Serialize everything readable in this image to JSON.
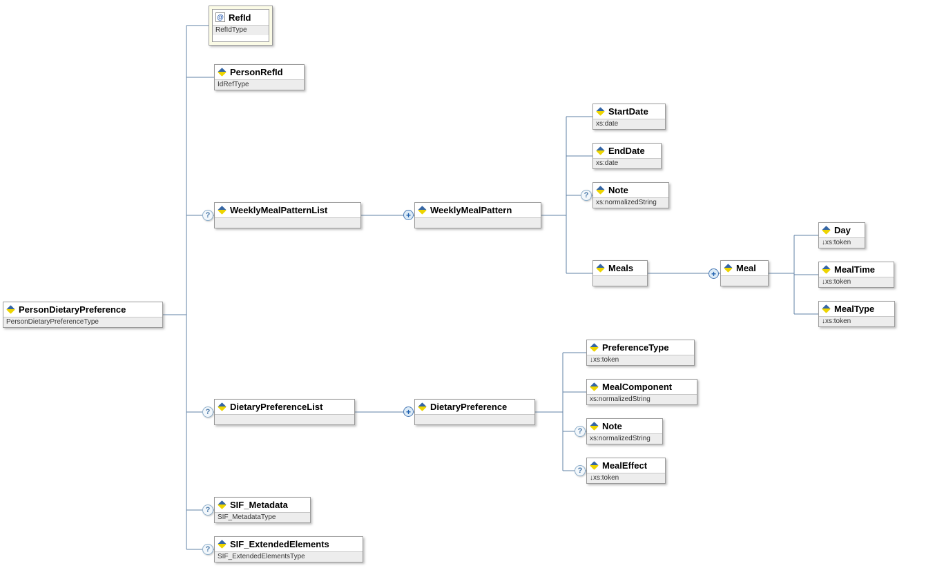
{
  "markers": {
    "optional": "?",
    "expand": "+",
    "attribute": "@"
  },
  "colors": {
    "connector": "#5f81a5",
    "box_border": "#9a9a9a",
    "attribute_box_background": "#fbfbe6",
    "element_icon_blue": "#3465a4",
    "element_icon_yellow": "#edd400",
    "subtitle_strip": "#ededed"
  },
  "nodes": {
    "root": {
      "label": "PersonDietaryPreference",
      "subtitle": "PersonDietaryPreferenceType"
    },
    "refid": {
      "label": "RefId",
      "subtitle": "RefIdType"
    },
    "personrefid": {
      "label": "PersonRefId",
      "subtitle": "IdRefType"
    },
    "weeklymealpatternlist": {
      "label": "WeeklyMealPatternList",
      "subtitle": ""
    },
    "weeklymealpattern": {
      "label": "WeeklyMealPattern",
      "subtitle": ""
    },
    "startdate": {
      "label": "StartDate",
      "subtitle": "xs:date"
    },
    "enddate": {
      "label": "EndDate",
      "subtitle": "xs:date"
    },
    "note_weekly": {
      "label": "Note",
      "subtitle": "xs:normalizedString"
    },
    "meals": {
      "label": "Meals",
      "subtitle": ""
    },
    "meal": {
      "label": "Meal",
      "subtitle": ""
    },
    "day": {
      "label": "Day",
      "subtitle": "↓xs:token"
    },
    "mealtime": {
      "label": "MealTime",
      "subtitle": "↓xs:token"
    },
    "mealtype": {
      "label": "MealType",
      "subtitle": "↓xs:token"
    },
    "dietarypreferencelist": {
      "label": "DietaryPreferenceList",
      "subtitle": ""
    },
    "dietarypreference": {
      "label": "DietaryPreference",
      "subtitle": ""
    },
    "preferencetype": {
      "label": "PreferenceType",
      "subtitle": "↓xs:token"
    },
    "mealcomponent": {
      "label": "MealComponent",
      "subtitle": "xs:normalizedString"
    },
    "note_dietary": {
      "label": "Note",
      "subtitle": "xs:normalizedString"
    },
    "mealeffect": {
      "label": "MealEffect",
      "subtitle": "↓xs:token"
    },
    "sif_metadata": {
      "label": "SIF_Metadata",
      "subtitle": "SIF_MetadataType"
    },
    "sif_extendedelements": {
      "label": "SIF_ExtendedElements",
      "subtitle": "SIF_ExtendedElementsType"
    }
  }
}
